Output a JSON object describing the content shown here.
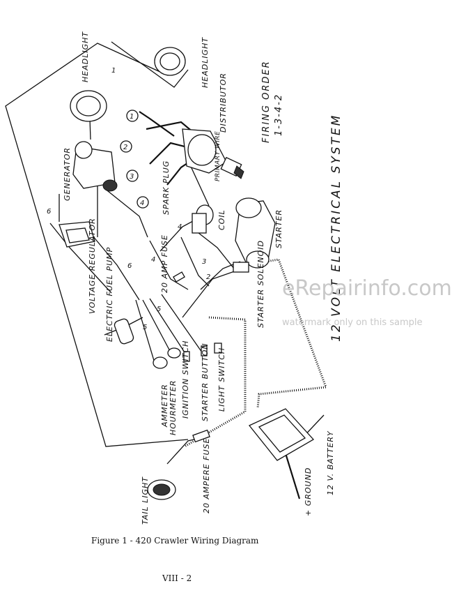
{
  "diagram": {
    "title": "12 VOLT ELECTRICAL SYSTEM",
    "firing_order": {
      "label": "FIRING ORDER",
      "sequence": "1-3-4-2"
    },
    "components": {
      "headlight_1": "HEADLIGHT",
      "headlight_2": "HEADLIGHT",
      "distributor": "DISTRIBUTOR",
      "generator": "GENERATOR",
      "primary_wire": "PRIMARY WIRE",
      "spark_plug": "SPARK PLUG",
      "coil": "COIL",
      "starter": "STARTER",
      "voltage_regulator": "VOLTAGE REGULATOR",
      "amp_fuse_20": "20 AMP FUSE",
      "electric_fuel_pump": "ELECTRIC FUEL PUMP",
      "starter_solenoid": "STARTER SOLENOID",
      "ammeter": "AMMETER",
      "hourmeter": "HOURMETER",
      "ignition_switch": "IGNITION SWITCH",
      "starter_button": "STARTER BUTTON",
      "light_switch": "LIGHT SWITCH",
      "ampere_fuse_20": "20 AMPERE FUSE",
      "tail_light": "TAIL LIGHT",
      "battery": "12 V. BATTERY",
      "ground": "+ GROUND"
    },
    "wire_numbers": [
      "1",
      "2",
      "3",
      "4",
      "4",
      "5",
      "5",
      "6",
      "6"
    ],
    "plug_numbers": [
      "1",
      "2",
      "3",
      "4"
    ]
  },
  "watermark": {
    "brand": "eRepairinfo.com",
    "note": "watermark only on this sample"
  },
  "caption": "Figure 1 - 420 Crawler Wiring Diagram",
  "page_number": "VIII - 2"
}
